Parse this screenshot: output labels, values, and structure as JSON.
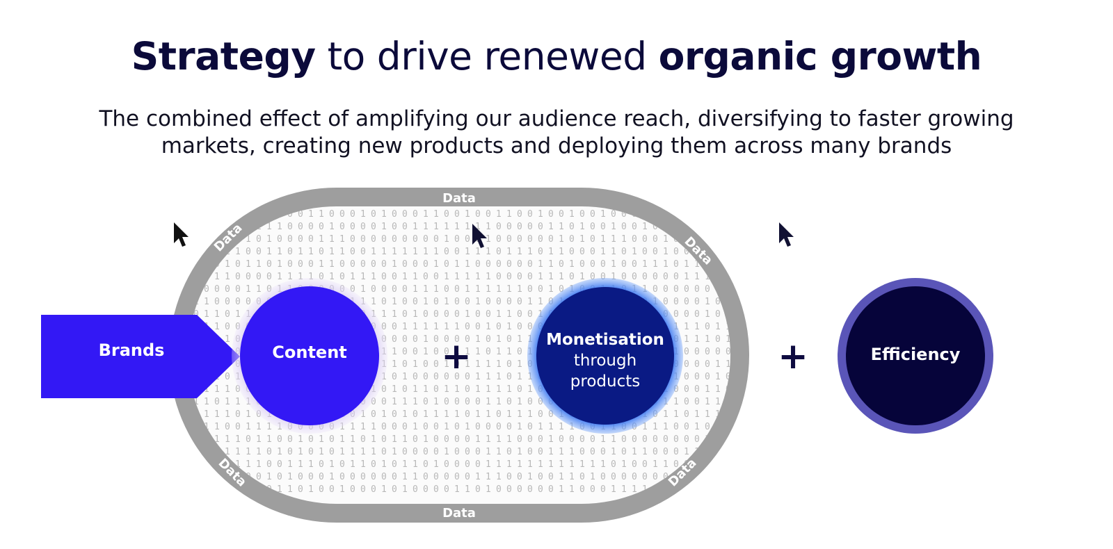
{
  "title": {
    "part1": "Strategy",
    "part2": " to drive renewed ",
    "part3": "organic growth"
  },
  "subtitle": {
    "line1": "The combined effect of amplifying our audience reach, diversifying to faster growing",
    "line2": "markets, creating new products and deploying them across many brands"
  },
  "ring": {
    "label": "Data",
    "color": "#9e9e9e"
  },
  "nodes": {
    "brands": {
      "label": "Brands",
      "color": "#3318f5"
    },
    "content": {
      "label": "Content",
      "color": "#3318f5"
    },
    "monetisation": {
      "label_bold": "Monetisation",
      "label_rest_1": "through",
      "label_rest_2": "products",
      "color": "#0a1a84",
      "glow": "#2f6ef0"
    },
    "efficiency": {
      "label": "Efficiency",
      "color": "#06043a",
      "ring": "#5a55b8"
    }
  },
  "operators": {
    "plus": "+"
  },
  "colors": {
    "title": "#0b0a3a",
    "accent": "#3318f5"
  }
}
